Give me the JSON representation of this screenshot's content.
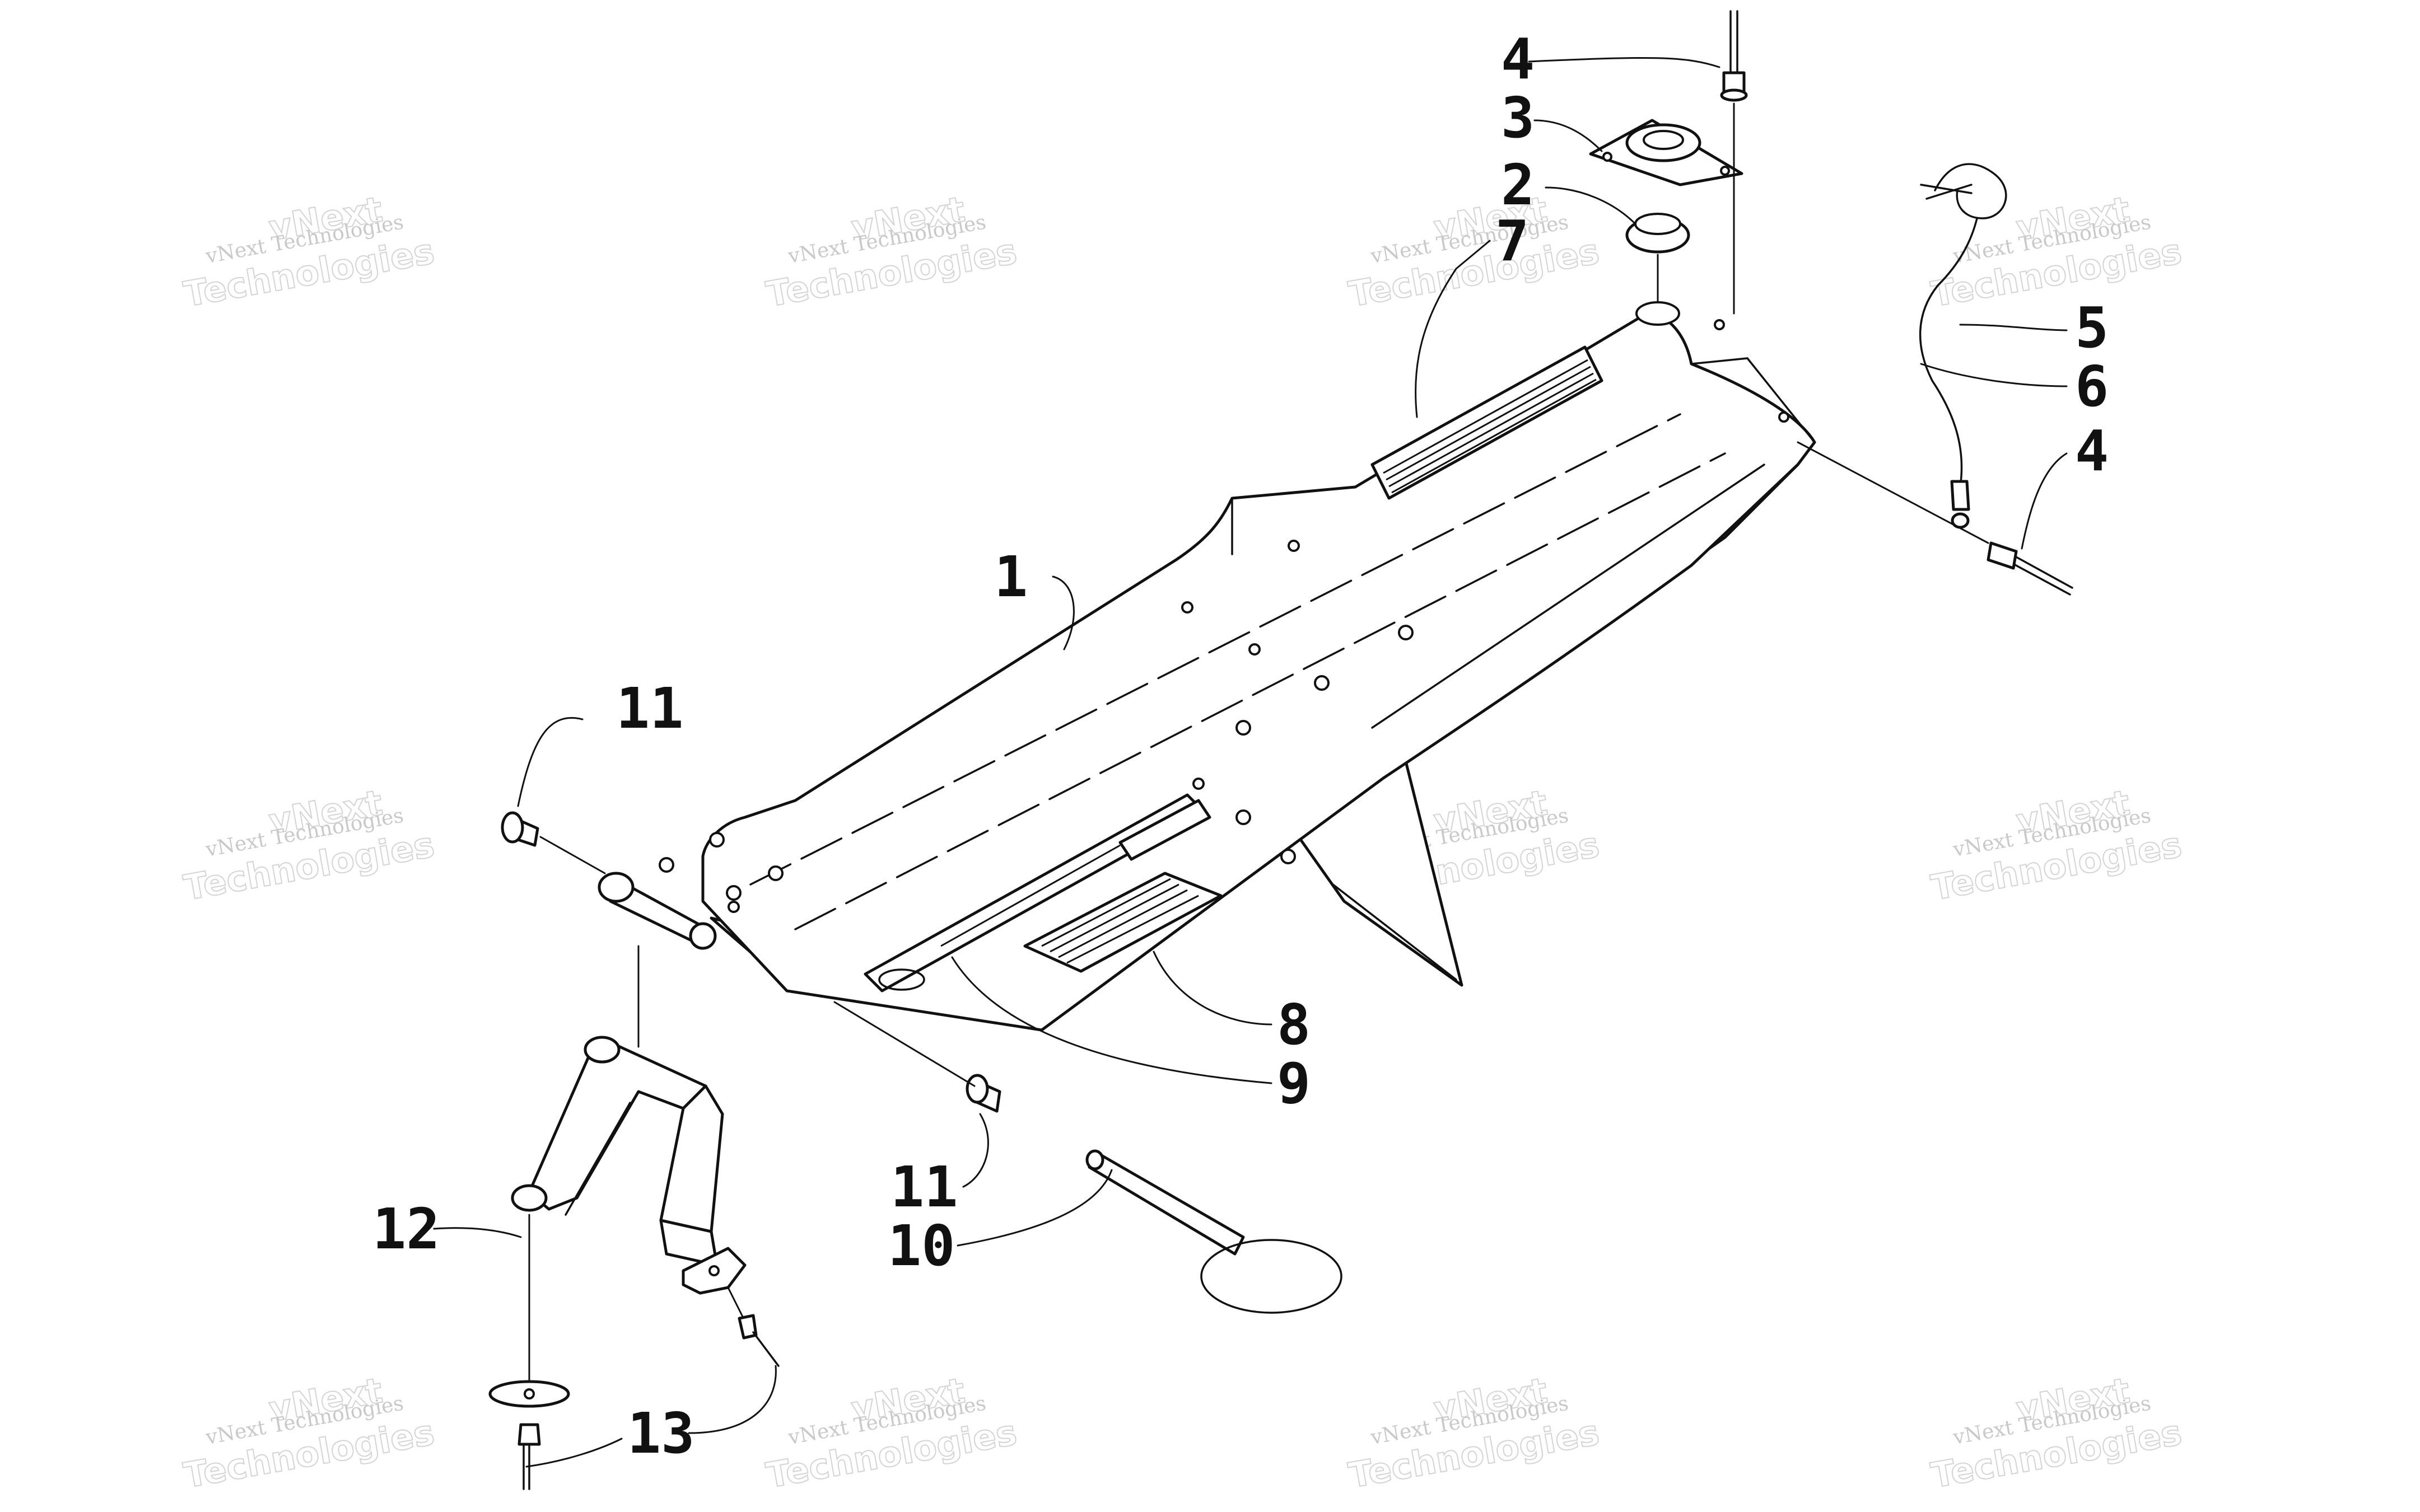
{
  "callouts": [
    {
      "id": "c1",
      "label": "1"
    },
    {
      "id": "c2",
      "label": "2"
    },
    {
      "id": "c3",
      "label": "3"
    },
    {
      "id": "c4a",
      "label": "4"
    },
    {
      "id": "c4b",
      "label": "4"
    },
    {
      "id": "c5",
      "label": "5"
    },
    {
      "id": "c6",
      "label": "6"
    },
    {
      "id": "c7",
      "label": "7"
    },
    {
      "id": "c8",
      "label": "8"
    },
    {
      "id": "c9",
      "label": "9"
    },
    {
      "id": "c10",
      "label": "10"
    },
    {
      "id": "c11a",
      "label": "11"
    },
    {
      "id": "c11b",
      "label": "11"
    },
    {
      "id": "c12",
      "label": "12"
    },
    {
      "id": "c13",
      "label": "13"
    }
  ],
  "watermark": {
    "small_text": "vNext Technologies",
    "big_line1": "vNext",
    "big_line2": "Technologies"
  }
}
